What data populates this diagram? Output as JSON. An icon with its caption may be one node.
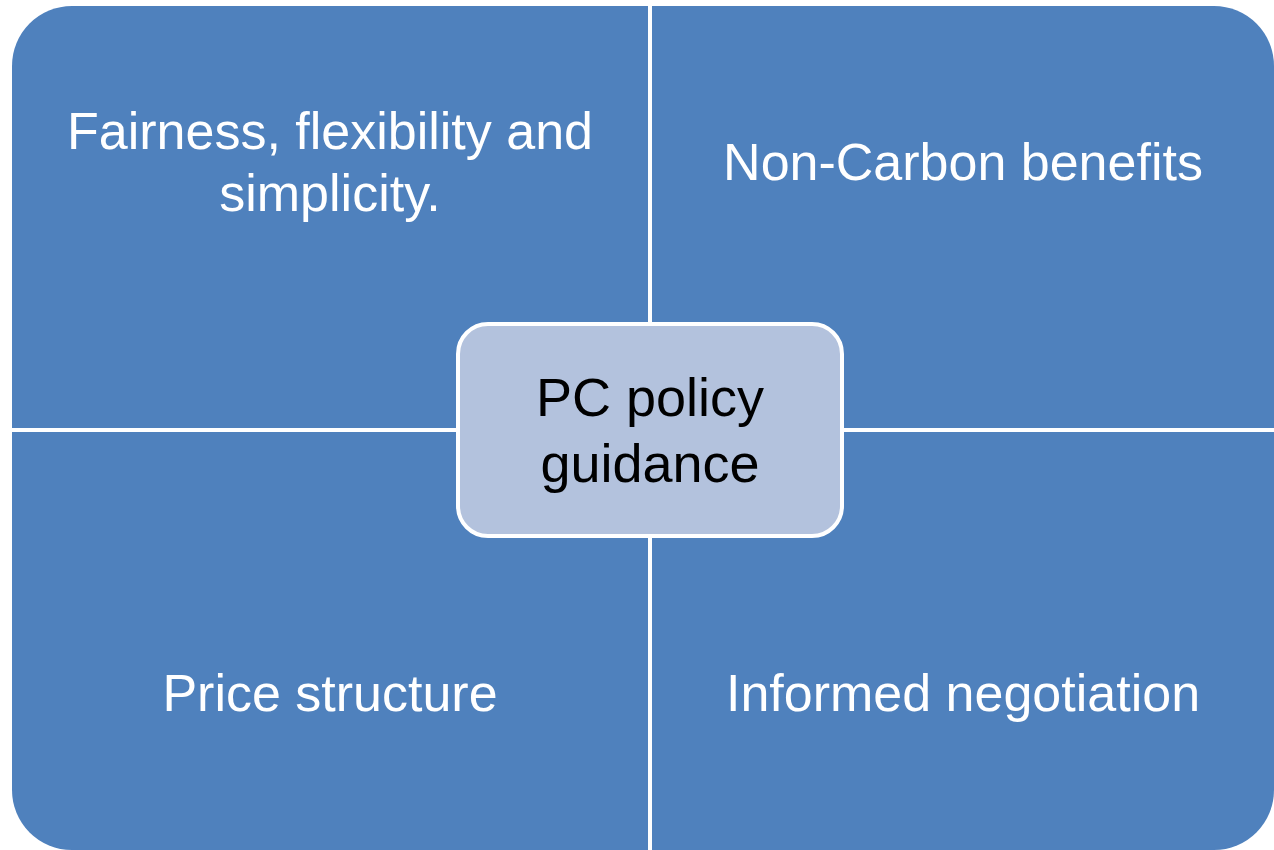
{
  "diagram": {
    "nodes": [
      {
        "text": [
          "Fairness, flexibility and simplicity."
        ]
      },
      {
        "text": [
          "Non-Carbon benefits"
        ]
      },
      {
        "text": [
          "PC policy guidance"
        ]
      },
      {
        "text": [
          "Price structure"
        ]
      },
      {
        "text": [
          "Informed negotiation"
        ]
      }
    ],
    "edges": []
  }
}
